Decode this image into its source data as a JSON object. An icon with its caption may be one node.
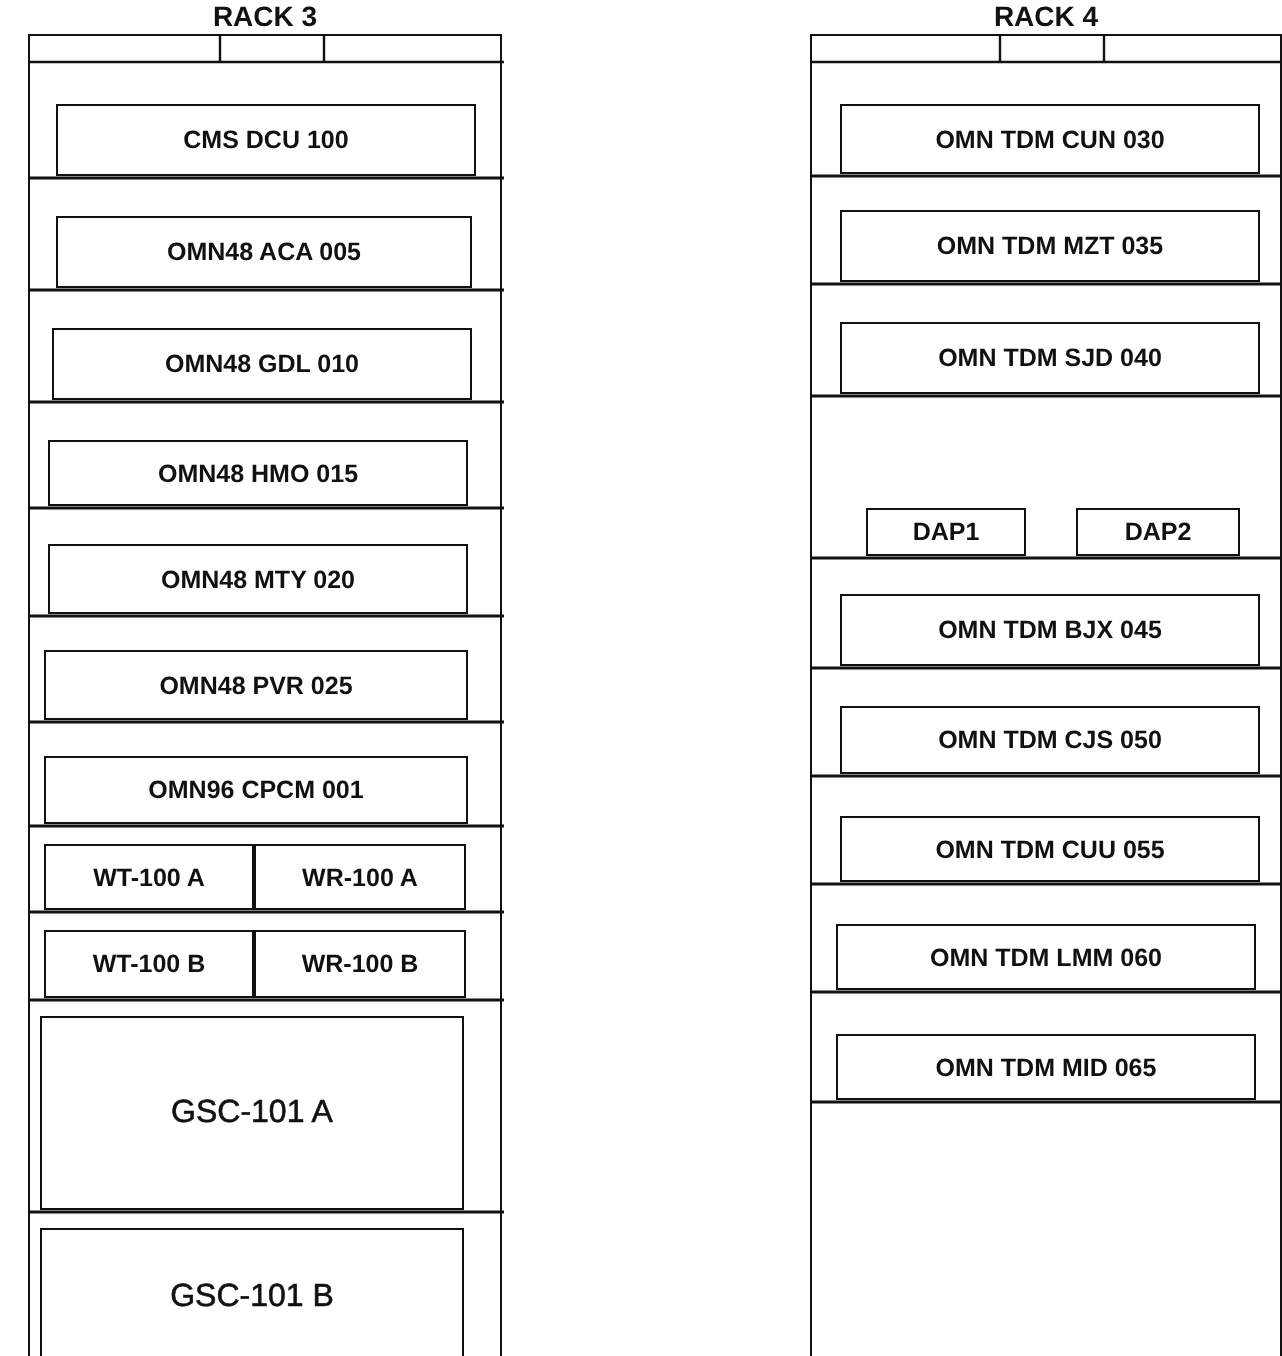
{
  "diagram": {
    "nodes": [
      {
        "text": [
          "RACK 3"
        ]
      },
      {
        "text": [
          "CMS DCU 100"
        ],
        "in": 0
      },
      {
        "text": [
          "OMN48 ACA 005"
        ],
        "in": 0
      },
      {
        "text": [
          "OMN48 GDL 010"
        ],
        "in": 0
      },
      {
        "text": [
          "OMN48 HMO 015"
        ],
        "in": 0
      },
      {
        "text": [
          "OMN48 MTY 020"
        ],
        "in": 0
      },
      {
        "text": [
          "OMN48 PVR 025"
        ],
        "in": 0
      },
      {
        "text": [
          "OMN96 CPCM 001"
        ],
        "in": 0
      },
      {
        "text": [
          "WT-100 A"
        ],
        "in": 0
      },
      {
        "text": [
          "WR-100 A"
        ],
        "in": 0
      },
      {
        "text": [
          "WT-100 B"
        ],
        "in": 0
      },
      {
        "text": [
          "WR-100 B"
        ],
        "in": 0
      },
      {
        "text": [
          "GSC-101 A"
        ],
        "in": 0
      },
      {
        "text": [
          "GSC-101 B"
        ],
        "in": 0
      },
      {
        "text": [
          "RACK 4"
        ]
      },
      {
        "text": [
          "OMN TDM CUN 030"
        ],
        "in": 14
      },
      {
        "text": [
          "OMN TDM MZT 035"
        ],
        "in": 14
      },
      {
        "text": [
          "OMN TDM SJD 040"
        ],
        "in": 14
      },
      {
        "text": [
          "DAP1"
        ],
        "in": 14
      },
      {
        "text": [
          "DAP2"
        ],
        "in": 14
      },
      {
        "text": [
          "OMN TDM BJX 045"
        ],
        "in": 14
      },
      {
        "text": [
          "OMN TDM CJS 050"
        ],
        "in": 14
      },
      {
        "text": [
          "OMN TDM CUU 055"
        ],
        "in": 14
      },
      {
        "text": [
          "OMN TDM LMM 060"
        ],
        "in": 14
      },
      {
        "text": [
          "OMN TDM MID 065"
        ],
        "in": 14
      }
    ]
  }
}
